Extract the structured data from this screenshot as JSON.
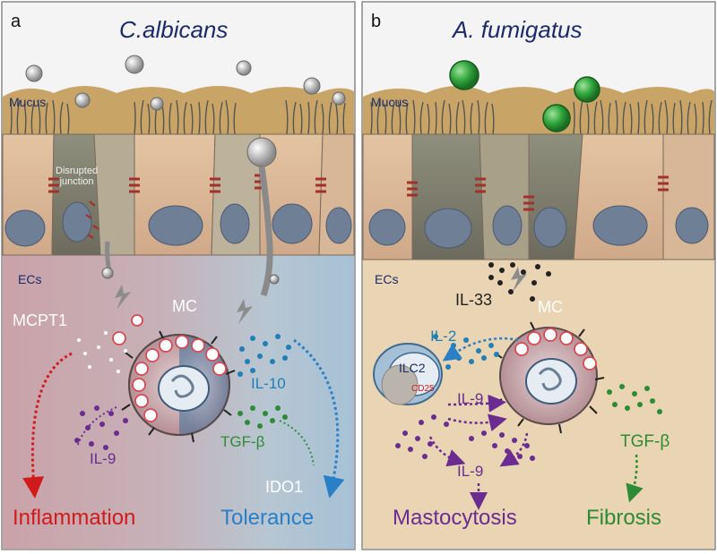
{
  "colors": {
    "inflammation": "#d11a1a",
    "tolerance": "#2a7fc6",
    "il9": "#6b2c91",
    "tgf": "#2e8b35",
    "il10": "#1f7fb6",
    "il2": "#1f7fb6",
    "dark_navy": "#1b2a6b",
    "cd25": "#d11a1a"
  },
  "panel_a": {
    "letter": "a",
    "organism": "C.albicans",
    "mucus": "Mucus",
    "disrupted_junction": "Disrupted\njunction",
    "ecs": "ECs",
    "mcpt1": "MCPT1",
    "mc": "MC",
    "il10": "IL-10",
    "il9": "IL-9",
    "tgf": "TGF-β",
    "ido1": "IDO1",
    "inflammation": "Inflammation",
    "tolerance": "Tolerance"
  },
  "panel_b": {
    "letter": "b",
    "organism": "A. fumigatus",
    "mucus": "Mucus",
    "ecs": "ECs",
    "il33": "IL-33",
    "mc": "MC",
    "il2": "IL-2",
    "ilc2": "ILC2",
    "cd25": "CD25",
    "il9_upper": "IL-9",
    "il9_lower": "IL-9",
    "tgf": "TGF-β",
    "mastocytosis": "Mastocytosis",
    "fibrosis": "Fibrosis"
  }
}
